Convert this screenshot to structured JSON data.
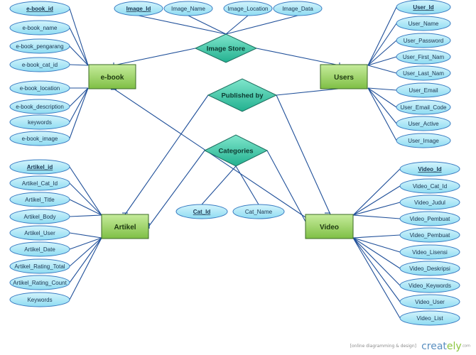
{
  "colors": {
    "line": "#1f4f99",
    "attr_fill": "#a6e6f6",
    "attr_stroke": "#3a7cc2",
    "entity_fill": "#9ed36a",
    "entity_stroke": "#3b6b25",
    "rel_fill": "#3fc9a8",
    "rel_stroke": "#1c6d5e"
  },
  "entities": [
    {
      "id": "ebook",
      "label": "e-book"
    },
    {
      "id": "users",
      "label": "Users"
    },
    {
      "id": "artikel",
      "label": "Artikel"
    },
    {
      "id": "video",
      "label": "Video"
    }
  ],
  "relationships": [
    {
      "id": "image_store",
      "label": "Image Store"
    },
    {
      "id": "published_by",
      "label": "Published by"
    },
    {
      "id": "categories",
      "label": "Categories"
    }
  ],
  "attributes": {
    "ebook": [
      {
        "label": "e-book_id",
        "key": true
      },
      {
        "label": "e-book_name",
        "key": false
      },
      {
        "label": "e-book_pengarang",
        "key": false
      },
      {
        "label": "e-book_cat_id",
        "key": false
      },
      {
        "label": "e-book_location",
        "key": false
      },
      {
        "label": "e-book_description",
        "key": false
      },
      {
        "label": "keywords",
        "key": false
      },
      {
        "label": "e-book_image",
        "key": false
      }
    ],
    "image": [
      {
        "label": "Image_Id",
        "key": true
      },
      {
        "label": "Image_Name",
        "key": false
      },
      {
        "label": "Image_Location",
        "key": false
      },
      {
        "label": "Image_Data",
        "key": false
      }
    ],
    "users": [
      {
        "label": "User_Id",
        "key": true
      },
      {
        "label": "User_Name",
        "key": false
      },
      {
        "label": "User_Password",
        "key": false
      },
      {
        "label": "User_First_Nam",
        "key": false
      },
      {
        "label": "User_Last_Nam",
        "key": false
      },
      {
        "label": "User_Email",
        "key": false
      },
      {
        "label": "User_Email_Code",
        "key": false
      },
      {
        "label": "User_Active",
        "key": false
      },
      {
        "label": "User_Image",
        "key": false
      }
    ],
    "artikel": [
      {
        "label": "Artikel_id",
        "key": true
      },
      {
        "label": "Artikel_Cat_Id",
        "key": false
      },
      {
        "label": "Artikel_Title",
        "key": false
      },
      {
        "label": "Artikel_Body",
        "key": false
      },
      {
        "label": "Artikel_User",
        "key": false
      },
      {
        "label": "Artikel_Date",
        "key": false
      },
      {
        "label": "Artikel_Rating_Total",
        "key": false
      },
      {
        "label": "Artikel_Rating_Count",
        "key": false
      },
      {
        "label": "Keywords",
        "key": false
      }
    ],
    "categories": [
      {
        "label": "Cat_Id",
        "key": true
      },
      {
        "label": "Cat_Name",
        "key": false
      }
    ],
    "video": [
      {
        "label": "Video_Id",
        "key": true
      },
      {
        "label": "Video_Cat_Id",
        "key": false
      },
      {
        "label": "Video_Judul",
        "key": false
      },
      {
        "label": "Video_Pembuat",
        "key": false
      },
      {
        "label": "Video_Pembuat",
        "key": false
      },
      {
        "label": "Video_Lisensi",
        "key": false
      },
      {
        "label": "Video_Deskripsi",
        "key": false
      },
      {
        "label": "Video_Keywords",
        "key": false
      },
      {
        "label": "Video_User",
        "key": false
      },
      {
        "label": "Video_List",
        "key": false
      }
    ]
  },
  "footer": {
    "tagline": "[online diagramming & design]",
    "brand_main": "creat",
    "brand_accent": "ely",
    "brand_domain": ".com"
  }
}
